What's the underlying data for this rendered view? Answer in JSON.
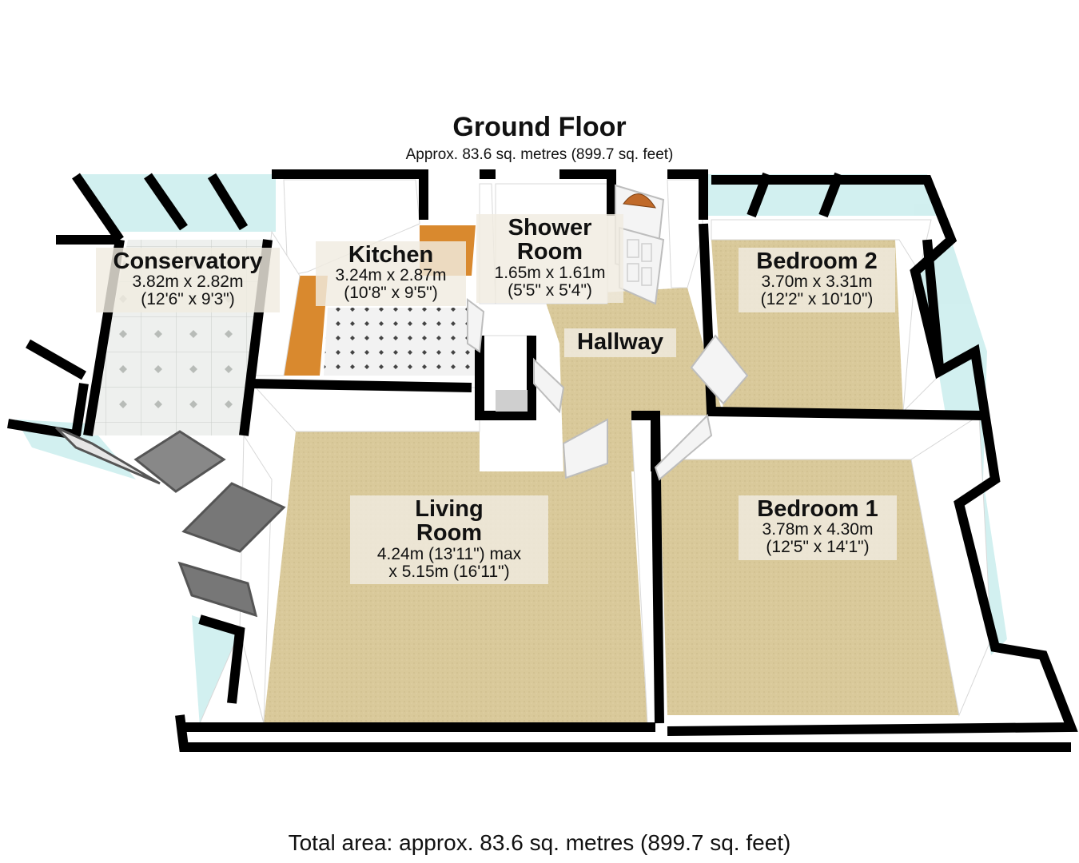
{
  "floor": {
    "title": "Ground Floor",
    "area": "Approx. 83.6 sq. metres (899.7 sq. feet)"
  },
  "rooms": {
    "conservatory": {
      "name": "Conservatory",
      "dim1": "3.82m x 2.82m",
      "dim2": "(12'6\" x 9'3\")"
    },
    "kitchen": {
      "name": "Kitchen",
      "dim1": "3.24m x 2.87m",
      "dim2": "(10'8\" x 9'5\")"
    },
    "shower": {
      "name_line1": "Shower",
      "name_line2": "Room",
      "dim1": "1.65m x 1.61m",
      "dim2": "(5'5\" x 5'4\")"
    },
    "hallway": {
      "name": "Hallway"
    },
    "bedroom2": {
      "name": "Bedroom 2",
      "dim1": "3.70m x 3.31m",
      "dim2": "(12'2\" x 10'10\")"
    },
    "living": {
      "name_line1": "Living",
      "name_line2": "Room",
      "dim1": "4.24m (13'11\") max",
      "dim2": "x 5.15m (16'11\")"
    },
    "bedroom1": {
      "name": "Bedroom 1",
      "dim1": "3.78m x 4.30m",
      "dim2": "(12'5\" x 14'1\")"
    }
  },
  "footer": "Total area: approx. 83.6 sq. metres (899.7 sq. feet)",
  "colors": {
    "carpet": "#d9c99a",
    "wall_top": "#000000",
    "wall_face": "#ffffff",
    "glass": "#cdeeee",
    "tile": "#eef0ee",
    "wood": "#d9892e"
  }
}
